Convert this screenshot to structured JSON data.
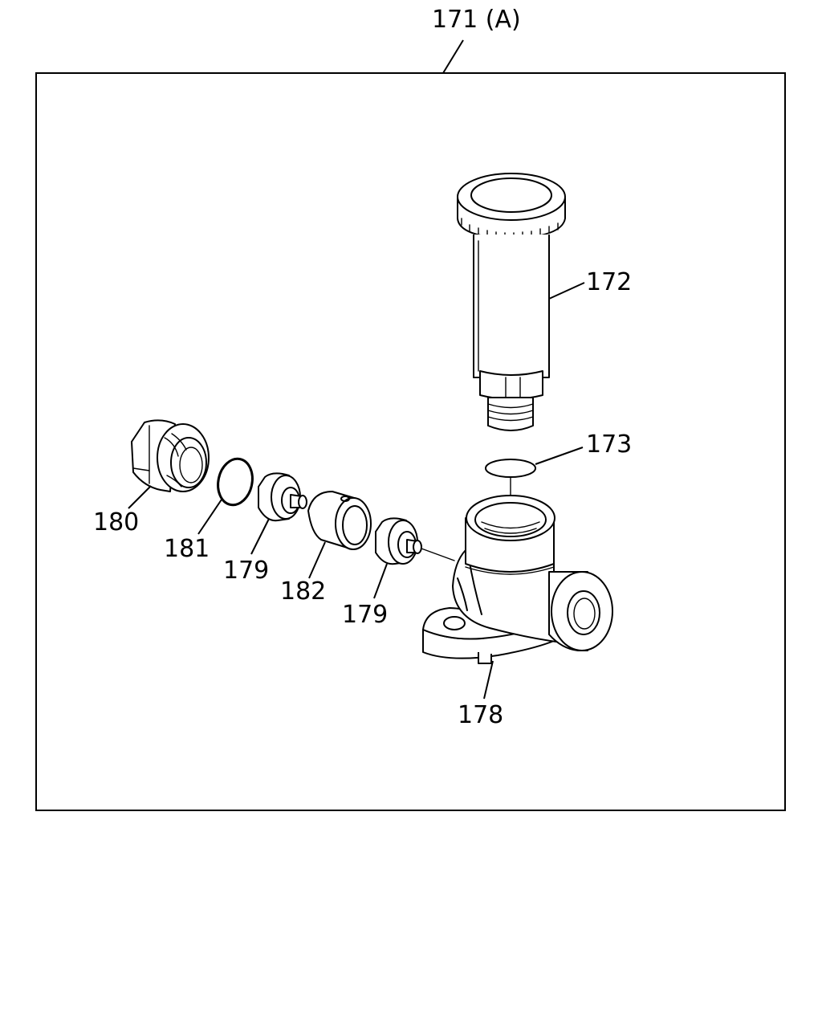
{
  "assembly_label": "171 (A)",
  "callouts": {
    "c172": "172",
    "c173": "173",
    "c178": "178",
    "c179a": "179",
    "c179b": "179",
    "c180": "180",
    "c181": "181",
    "c182": "182"
  }
}
